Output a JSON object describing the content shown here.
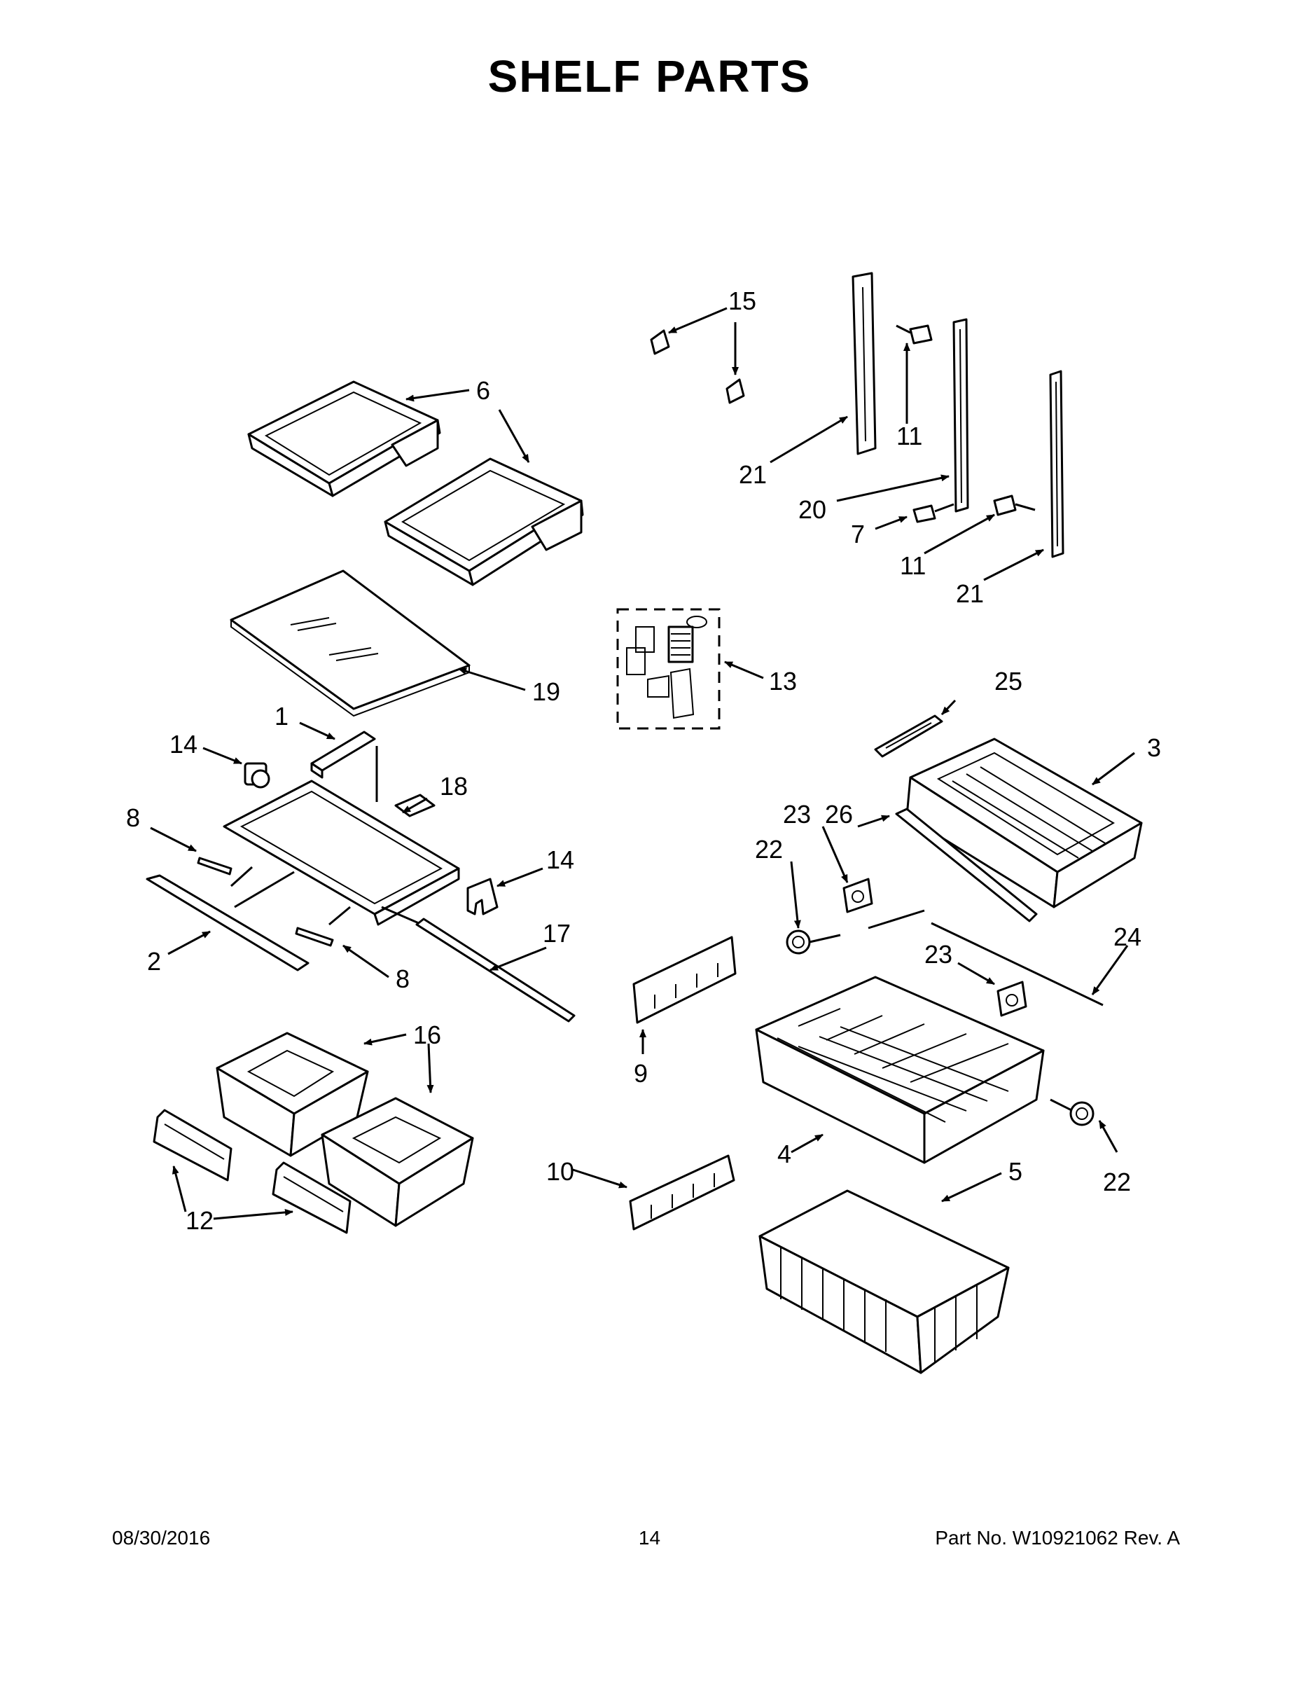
{
  "page": {
    "title": "SHELF  PARTS",
    "footer": {
      "date": "08/30/2016",
      "page_number": "14",
      "part_number": "Part No.  W10921062  Rev.  A"
    }
  },
  "callouts": [
    "1",
    "2",
    "3",
    "4",
    "5",
    "6",
    "7",
    "8",
    "8",
    "9",
    "10",
    "11",
    "11",
    "12",
    "13",
    "14",
    "14",
    "15",
    "16",
    "17",
    "18",
    "19",
    "20",
    "21",
    "21",
    "22",
    "22",
    "23",
    "23",
    "24",
    "25",
    "26"
  ]
}
